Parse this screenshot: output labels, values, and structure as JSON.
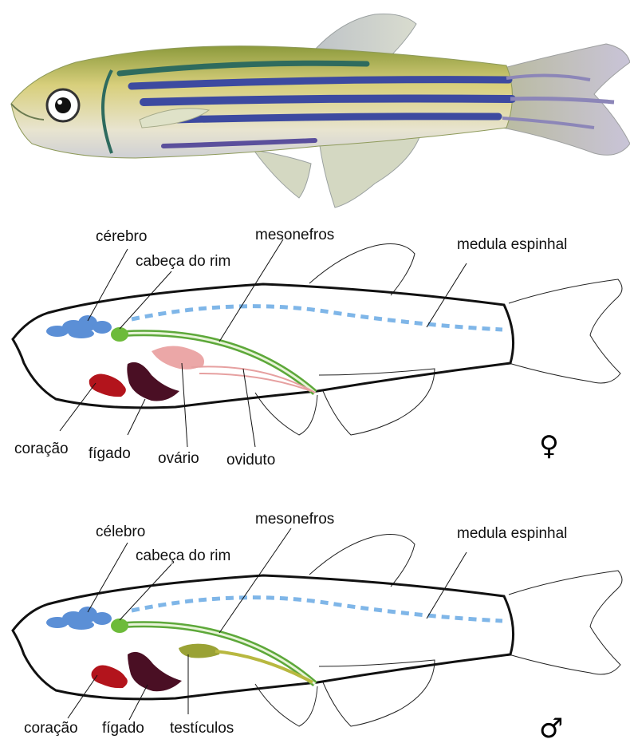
{
  "female": {
    "labels": {
      "brain": "cérebro",
      "head_kidney": "cabeça do rim",
      "mesonephros": "mesonefros",
      "spinal_cord": "medula espinhal",
      "heart": "coração",
      "liver": "fígado",
      "ovary": "ovário",
      "oviduct": "oviduto"
    },
    "sex_symbol": "♀"
  },
  "male": {
    "labels": {
      "brain": "célebro",
      "head_kidney": "cabeça do rim",
      "mesonephros": "mesonefros",
      "spinal_cord": "medula espinhal",
      "heart": "coração",
      "liver": "fígado",
      "testes": "testículos"
    },
    "sex_symbol": "♂"
  },
  "colors": {
    "body_yellow": "#d9cf7a",
    "stripe_blue": "#3d4aa0",
    "stripe_teal": "#2e6b5e",
    "brain": "#5b8fd6",
    "head_kidney": "#6dbb3a",
    "mesonephros": "#8bc46a",
    "spinal_cord": "#7fb6e8",
    "heart": "#b3141c",
    "liver": "#4a0f24",
    "ovary": "#eba7a7",
    "testes": "#9aa235"
  }
}
